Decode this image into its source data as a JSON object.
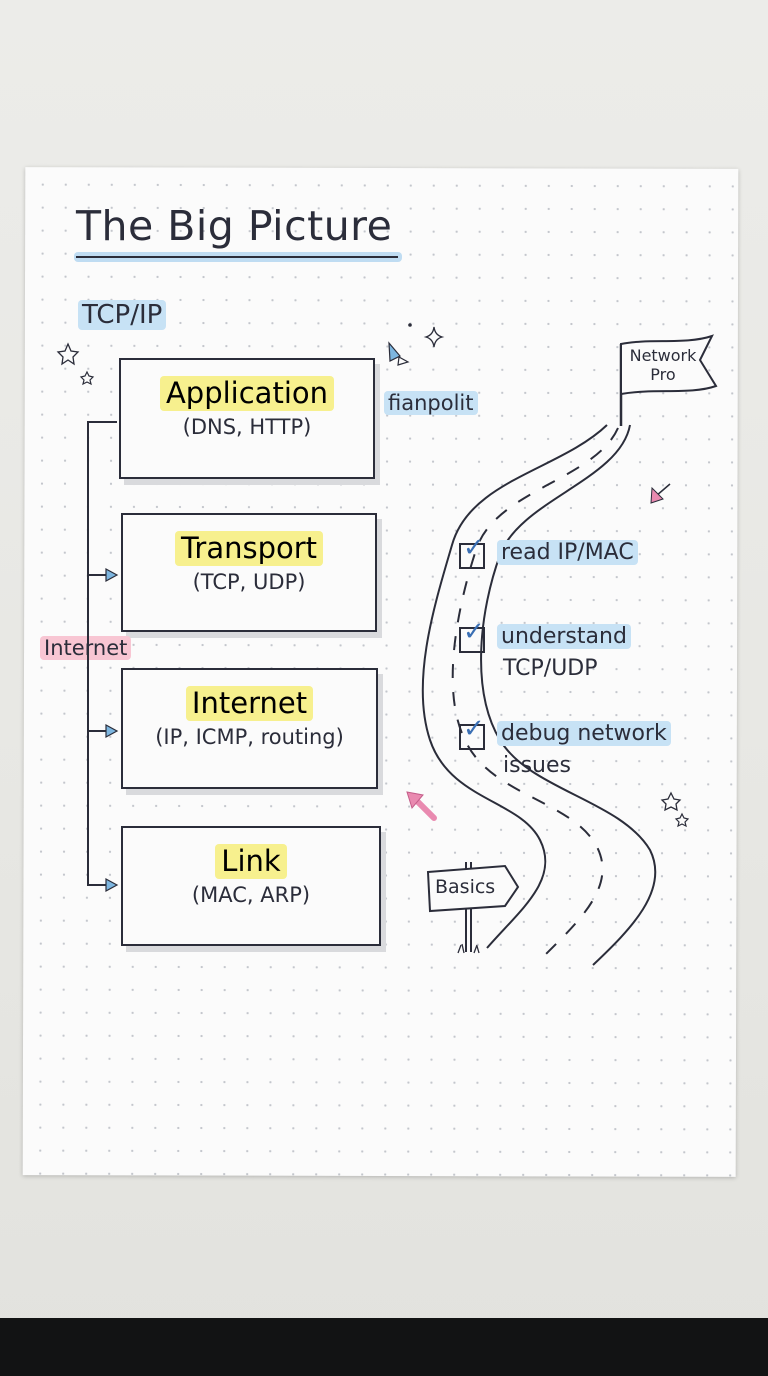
{
  "title": "The Big Picture",
  "subtitle": "TCP/IP",
  "side_label": "Internet",
  "tool_label": "fianpolit",
  "layers": [
    {
      "name": "Application",
      "protocols": "(DNS, HTTP)"
    },
    {
      "name": "Transport",
      "protocols": "(TCP, UDP)"
    },
    {
      "name": "Internet",
      "protocols": "(IP, ICMP, routing)"
    },
    {
      "name": "Link",
      "protocols": "(MAC, ARP)"
    }
  ],
  "checklist": [
    {
      "line1": "read IP/MAC",
      "line2": "",
      "checked": true
    },
    {
      "line1": "understand",
      "line2": "TCP/UDP",
      "checked": true
    },
    {
      "line1": "debug network",
      "line2": "issues",
      "checked": true
    }
  ],
  "flag": {
    "line1": "Network",
    "line2": "Pro"
  },
  "signpost": "Basics",
  "colors": {
    "ink": "#2b2d3a",
    "highlight_yellow": "#f7f08e",
    "highlight_blue": "#c7e2f5",
    "highlight_pink": "#f8c6d3",
    "check_blue": "#3a6fb4",
    "arrow_pink": "#e98ab0"
  }
}
